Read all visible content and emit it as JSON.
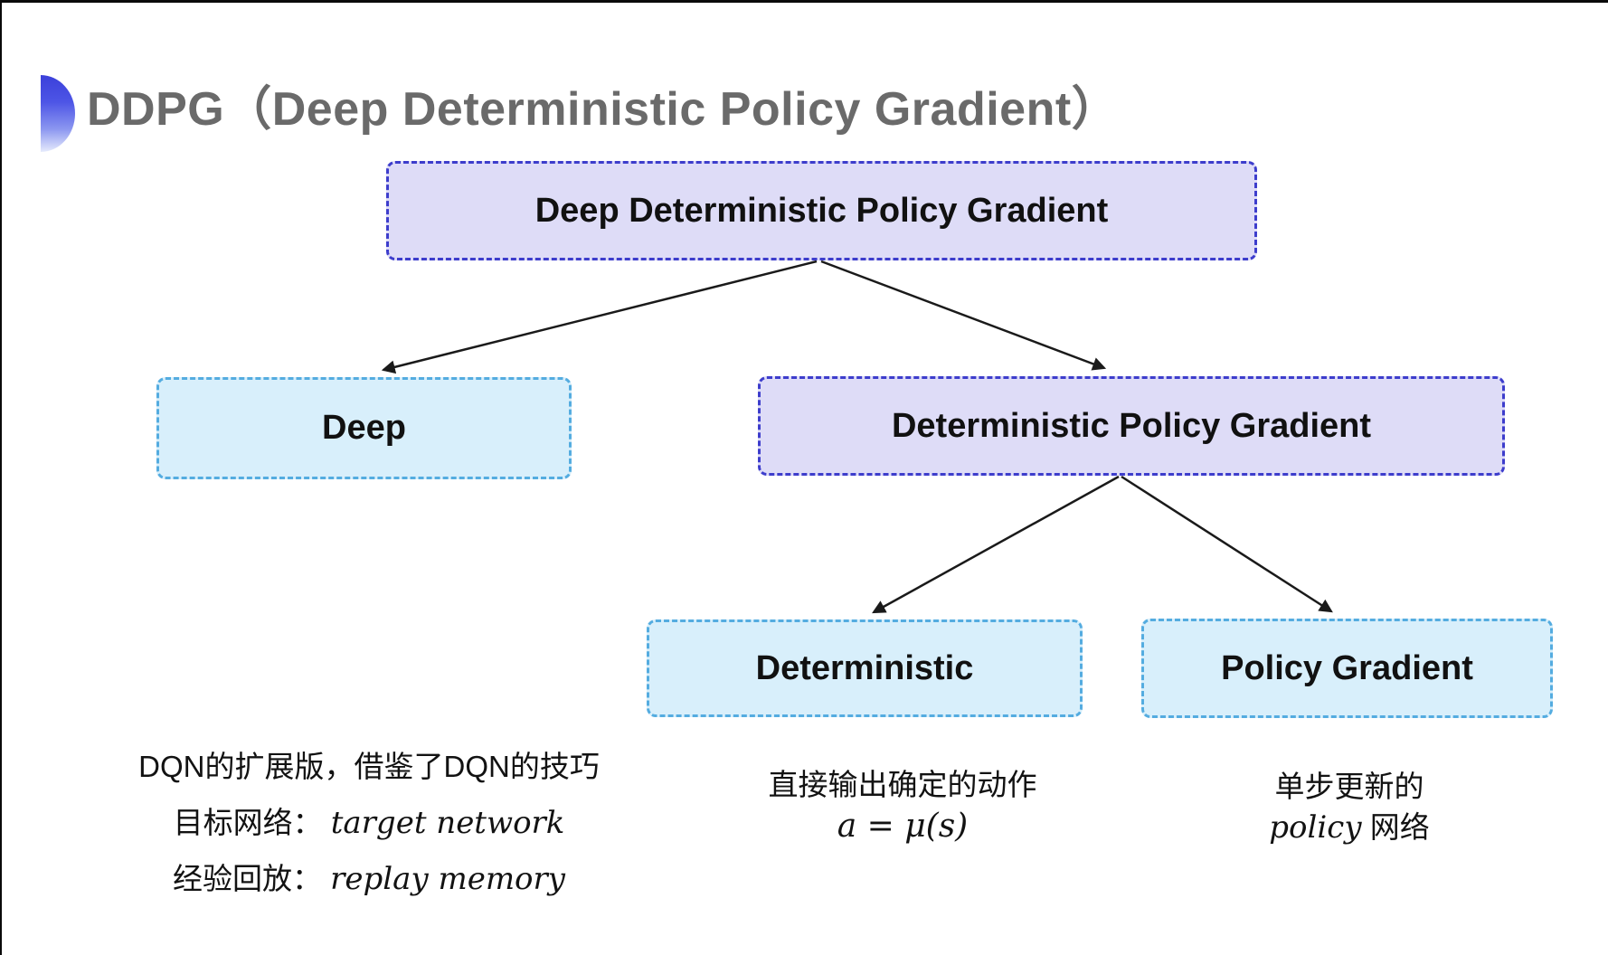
{
  "header": {
    "title": "DDPG（Deep Deterministic Policy Gradient）"
  },
  "diagram": {
    "nodes": {
      "root": {
        "label": "Deep Deterministic Policy Gradient",
        "style": "purple"
      },
      "deep": {
        "label": "Deep",
        "style": "cyan"
      },
      "dpg": {
        "label": "Deterministic Policy Gradient",
        "style": "purple"
      },
      "deterministic": {
        "label": "Deterministic",
        "style": "cyan"
      },
      "policy_gradient": {
        "label": "Policy Gradient",
        "style": "cyan"
      }
    },
    "edges": [
      {
        "from": "root",
        "to": "deep"
      },
      {
        "from": "root",
        "to": "dpg"
      },
      {
        "from": "dpg",
        "to": "deterministic"
      },
      {
        "from": "dpg",
        "to": "policy_gradient"
      }
    ]
  },
  "annotations": {
    "deep_notes": {
      "line1": "DQN的扩展版，借鉴了DQN的技巧",
      "line2_label": "目标网络：",
      "line2_term": "target network",
      "line3_label": "经验回放：",
      "line3_term": "replay memory"
    },
    "deterministic_notes": {
      "line1": "直接输出确定的动作",
      "formula": "a = μ(s)"
    },
    "policy_gradient_notes": {
      "line1": "单步更新的",
      "line2_term": "policy",
      "line2_suffix": " 网络"
    }
  },
  "colors": {
    "purple_node_fill": "#dedcf7",
    "purple_node_border": "#3d3dcc",
    "cyan_node_fill": "#d8effb",
    "cyan_node_border": "#54ace0",
    "title_gray": "#6a6a6a",
    "bullet_blue": "#3b40da",
    "arrow_black": "#1a1a1a"
  }
}
